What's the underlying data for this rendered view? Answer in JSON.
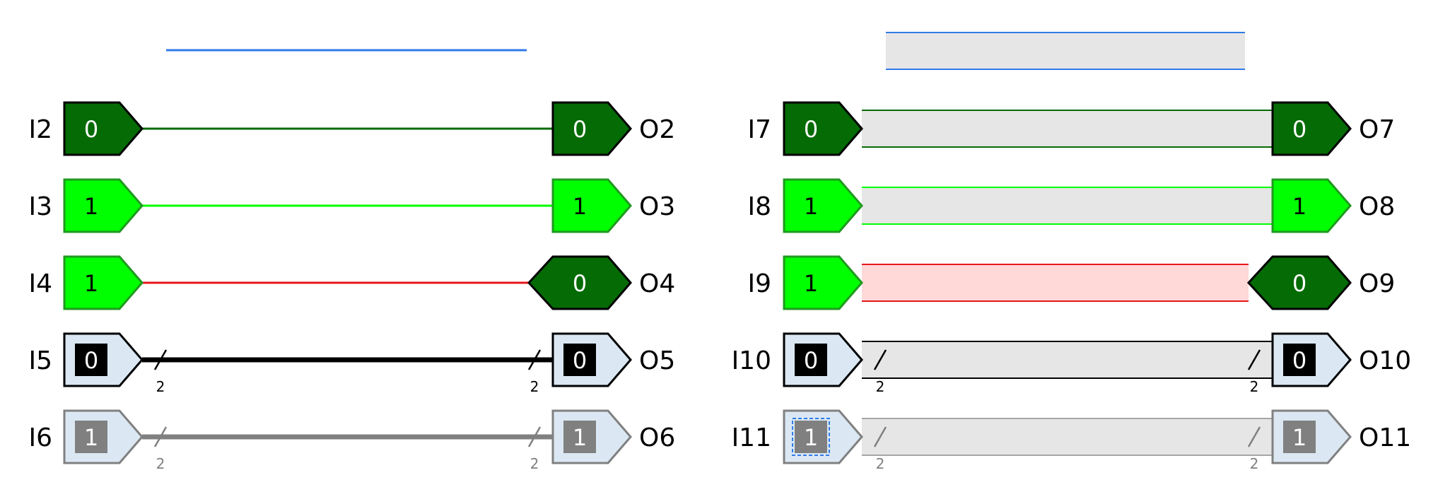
{
  "colors": {
    "dark_green": "#056b05",
    "bright_green": "#00ff00",
    "red": "#e8161b",
    "black": "#000000",
    "gray": "#808080",
    "bus_fill": "#dbe8f4",
    "wire_bg": "#e6e6e6",
    "error_bg": "#ffd8d8",
    "blue": "#2f7be8"
  },
  "rows": [
    {
      "in": "I2",
      "in_val": "0",
      "out": "O2",
      "out_val": "0",
      "kind": "dark",
      "out_kind": "dark",
      "wire": "dark",
      "width_label": ""
    },
    {
      "in": "I3",
      "in_val": "1",
      "out": "O3",
      "out_val": "1",
      "kind": "bright",
      "out_kind": "bright",
      "wire": "bright",
      "width_label": ""
    },
    {
      "in": "I4",
      "in_val": "1",
      "out": "O4",
      "out_val": "0",
      "kind": "bright",
      "out_kind": "dark",
      "wire": "red",
      "width_label": ""
    },
    {
      "in": "I5",
      "in_val": "0",
      "out": "O5",
      "out_val": "0",
      "kind": "bus",
      "out_kind": "bus",
      "wire": "bus",
      "width_label": "2"
    },
    {
      "in": "I6",
      "in_val": "1",
      "out": "O6",
      "out_val": "1",
      "kind": "busgray",
      "out_kind": "busgray",
      "wire": "gray",
      "width_label": "2"
    }
  ],
  "rows_right": [
    {
      "in": "I7",
      "in_val": "0",
      "out": "O7",
      "out_val": "0",
      "kind": "dark",
      "out_kind": "dark",
      "wire": "dark",
      "width_label": ""
    },
    {
      "in": "I8",
      "in_val": "1",
      "out": "O8",
      "out_val": "1",
      "kind": "bright",
      "out_kind": "bright",
      "wire": "bright",
      "width_label": ""
    },
    {
      "in": "I9",
      "in_val": "1",
      "out": "O9",
      "out_val": "0",
      "kind": "bright",
      "out_kind": "dark",
      "wire": "red",
      "width_label": ""
    },
    {
      "in": "I10",
      "in_val": "0",
      "out": "O10",
      "out_val": "0",
      "kind": "bus",
      "out_kind": "bus",
      "wire": "bus",
      "width_label": "2"
    },
    {
      "in": "I11",
      "in_val": "1",
      "out": "O11",
      "out_val": "1",
      "kind": "busgray",
      "out_kind": "busgray",
      "wire": "gray",
      "width_label": "2",
      "selected": true
    }
  ]
}
